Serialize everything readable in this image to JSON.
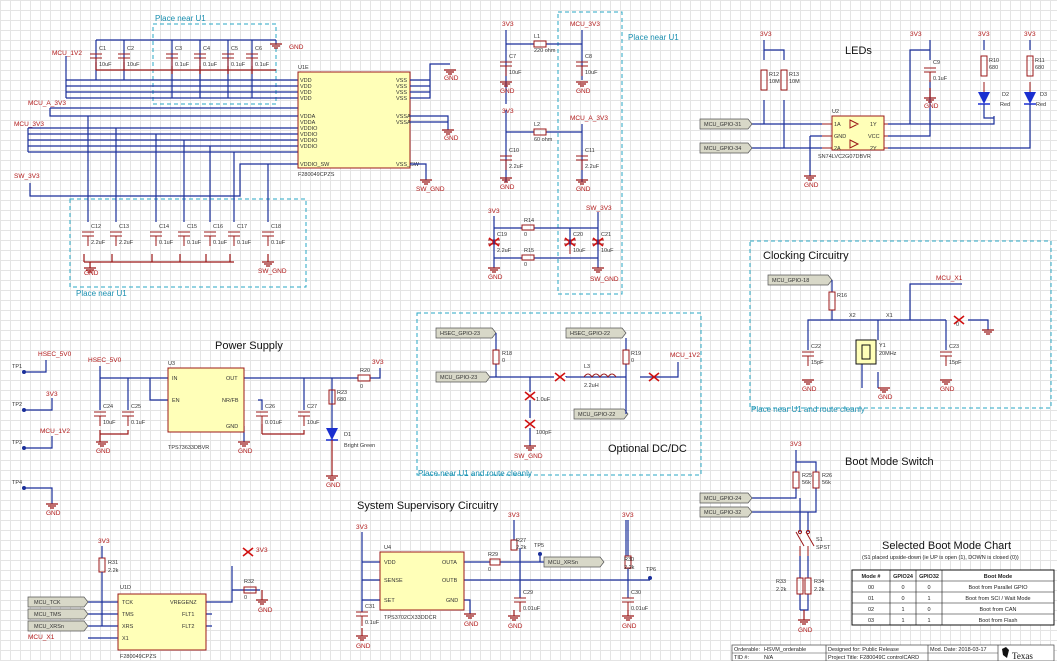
{
  "section_titles": {
    "leds": "LEDs",
    "clocking": "Clocking Circuitry",
    "power": "Power Supply",
    "dcdc": "Optional DC/DC",
    "supervisory": "System Supervisory Circuitry",
    "boot": "Boot Mode Switch",
    "boot_chart": "Selected Boot Mode Chart"
  },
  "notes": {
    "u1_top": "Place near U1",
    "u1_mid": "Place near U1",
    "u1_bot": "Place near U1",
    "dcdc": "Place near U1 and route cleanly",
    "clk": "Place near U1 and route cleanly"
  },
  "nets": {
    "mcu_1v2": "MCU_1V2",
    "mcu_a_3v3": "MCU_A_3V3",
    "mcu_3v3": "MCU_3V3",
    "sw_3v3": "SW_3V3",
    "gnd": "GND",
    "sw_gnd": "SW_GND",
    "v3v3": "3V3",
    "hsec_5v0": "HSEC_5V0",
    "mcu_x1": "MCU_X1",
    "mcu_tck": "MCU_TCK",
    "mcu_tms": "MCU_TMS",
    "mcu_xrsn": "MCU_XRSn",
    "gpio31": "MCU_GPIO-31",
    "gpio34": "MCU_GPIO-34",
    "gpio18": "MCU_GPIO-18",
    "gpio24": "MCU_GPIO-24",
    "gpio32": "MCU_GPIO-32",
    "gpio22": "MCU_GPIO-22",
    "gpio23": "MCU_GPIO-23",
    "hsec_gpio23": "HSEC_GPIO-23",
    "hsec_gpio22": "HSEC_GPIO-22",
    "mcu_xrsn2": "MCU_XRSn"
  },
  "u1e": {
    "ref": "U1E",
    "part": "F280049CPZS",
    "left_pins": [
      "VDD",
      "VDD",
      "VDD",
      "VDD",
      "VDDA",
      "VDDA",
      "VDDIO",
      "VDDIO",
      "VDDIO",
      "VDDIO",
      "VDDIO_SW"
    ],
    "right_pins": [
      "VSS",
      "VSS",
      "VSS",
      "VSS",
      "VSSA",
      "VSSA",
      "VSS_SW"
    ]
  },
  "caps_top": [
    {
      "ref": "C1",
      "val": "10uF"
    },
    {
      "ref": "C2",
      "val": "10uF"
    },
    {
      "ref": "C3",
      "val": "0.1uF"
    },
    {
      "ref": "C4",
      "val": "0.1uF"
    },
    {
      "ref": "C5",
      "val": "0.1uF"
    },
    {
      "ref": "C6",
      "val": "0.1uF"
    }
  ],
  "caps_bot": [
    {
      "ref": "C12",
      "val": "2.2uF"
    },
    {
      "ref": "C13",
      "val": "2.2uF"
    },
    {
      "ref": "C14",
      "val": "0.1uF"
    },
    {
      "ref": "C15",
      "val": "0.1uF"
    },
    {
      "ref": "C16",
      "val": "0.1uF"
    },
    {
      "ref": "C17",
      "val": "0.1uF"
    },
    {
      "ref": "C18",
      "val": "0.1uF"
    }
  ],
  "filter": {
    "l1": "L1",
    "l1_val": "220 ohm",
    "c7": "C7",
    "c7_val": "10uF",
    "c8": "C8",
    "c8_val": "10uF",
    "l2": "L2",
    "l2_val": "60 ohm",
    "c10": "C10",
    "c10_val": "2.2uF",
    "c11": "C11",
    "c11_val": "2.2uF",
    "r14": "R14",
    "r14_val": "0",
    "r15": "R15",
    "r15_val": "0",
    "c19": "C19",
    "c19_val": "2.2uF",
    "c20": "C20",
    "c20_val": "10uF",
    "c21": "C21",
    "c21_val": "10uF"
  },
  "leds": {
    "r12": "R12",
    "r12_val": "10M",
    "r13": "R13",
    "r13_val": "10M",
    "c9": "C9",
    "c9_val": "0.1uF",
    "r10": "R10",
    "r10_val": "680",
    "r11": "R11",
    "r11_val": "680",
    "d2": "D2",
    "d2_col": "Red",
    "d3": "D3",
    "d3_col": "Red",
    "u2": "U2",
    "u2_part": "SN74LVC2G07DBVR",
    "u2_pins": [
      "1A",
      "GND",
      "2A",
      "1Y",
      "VCC",
      "2Y"
    ]
  },
  "clock": {
    "r16": "R16",
    "x2": "X2",
    "x1": "X1",
    "y1": "Y1",
    "y1_val": "20MHz",
    "c22": "C22",
    "c22_val": "15pF",
    "c23": "C23",
    "c23_val": "15pF",
    "r_zero": "0"
  },
  "power": {
    "u3": "U3",
    "u3_part": "TPS73633DBVR",
    "pins": [
      "IN",
      "EN",
      "OUT",
      "NR/FB",
      "GND"
    ],
    "c24": "C24",
    "c24_val": "10uF",
    "c25": "C25",
    "c25_val": "0.1uF",
    "c26": "C26",
    "c26_val": "0.01uF",
    "c27": "C27",
    "c27_val": "10uF",
    "r20": "R20",
    "r20_val": "0",
    "r23": "R23",
    "r23_val": "680",
    "d1": "D1",
    "d1_val": "Bright Green",
    "tp1": "TP1",
    "tp2": "TP2",
    "tp3": "TP3",
    "tp4": "TP4"
  },
  "dcdc": {
    "r18": "R18",
    "r19": "R19",
    "r_val": "0",
    "l3": "L3",
    "l3_val": "2.2uH",
    "c_a_val": "1.0uF",
    "c_b_val": "100pF"
  },
  "u1d": {
    "ref": "U1D",
    "part": "F280049CPZS",
    "left_pins": [
      "TCK",
      "TMS",
      "XRS",
      "X1"
    ],
    "right_pins": [
      "VREGENZ",
      "FLT1",
      "FLT2"
    ],
    "r31": "R31",
    "r31_val": "2.2k",
    "r32": "R32",
    "r32_val": "0"
  },
  "super": {
    "u4": "U4",
    "u4_part": "TPS3702CX33DDCR",
    "pins": [
      "VDD",
      "SENSE",
      "SET",
      "OUTA",
      "OUTB",
      "GND"
    ],
    "r29": "R29",
    "r29_val": "0",
    "r27": "R27",
    "r27_val": "2.2k",
    "r30": "R30",
    "r30_val": "2.2k",
    "c29": "C29",
    "c29_val": "0.01uF",
    "c30": "C30",
    "c30_val": "0.01uF",
    "c31": "C31",
    "c31_val": "0.1uF",
    "tp5": "TP5",
    "tp6": "TP6"
  },
  "boot": {
    "r25": "R25",
    "r25_val": "56k",
    "r26": "R26",
    "r26_val": "56k",
    "s1": "S1",
    "s1_val": "SPST",
    "r33": "R33",
    "r33_val": "2.2k",
    "r34": "R34",
    "r34_val": "2.2k"
  },
  "boot_chart": {
    "subtitle": "(S1 placed upside-down (ie UP is open (1), DOWN is closed (0))",
    "headers": [
      "Mode #",
      "GPIO24",
      "GPIO32",
      "Boot Mode"
    ],
    "rows": [
      [
        "00",
        "0",
        "0",
        "Boot from Parallel GPIO"
      ],
      [
        "01",
        "0",
        "1",
        "Boot from SCI / Wait Mode"
      ],
      [
        "02",
        "1",
        "0",
        "Boot from CAN"
      ],
      [
        "03",
        "1",
        "1",
        "Boot from Flash"
      ]
    ]
  },
  "title_block": {
    "orderable": "Orderable:",
    "orderable_val": "HSVM_orderable",
    "tid": "TID #:",
    "tid_val": "N/A",
    "designed": "Designed for: Public Release",
    "project": "Project Title: F280049C controlCARD",
    "mod_date": "Mod. Date: 2018-03-17",
    "logo": "Texas"
  },
  "colors": {
    "wire": "#1a2f9a",
    "part": "#9b1818",
    "ic_fill": "#ffffb8",
    "zone": "#2aa7c4",
    "dnp": "#d01010"
  }
}
